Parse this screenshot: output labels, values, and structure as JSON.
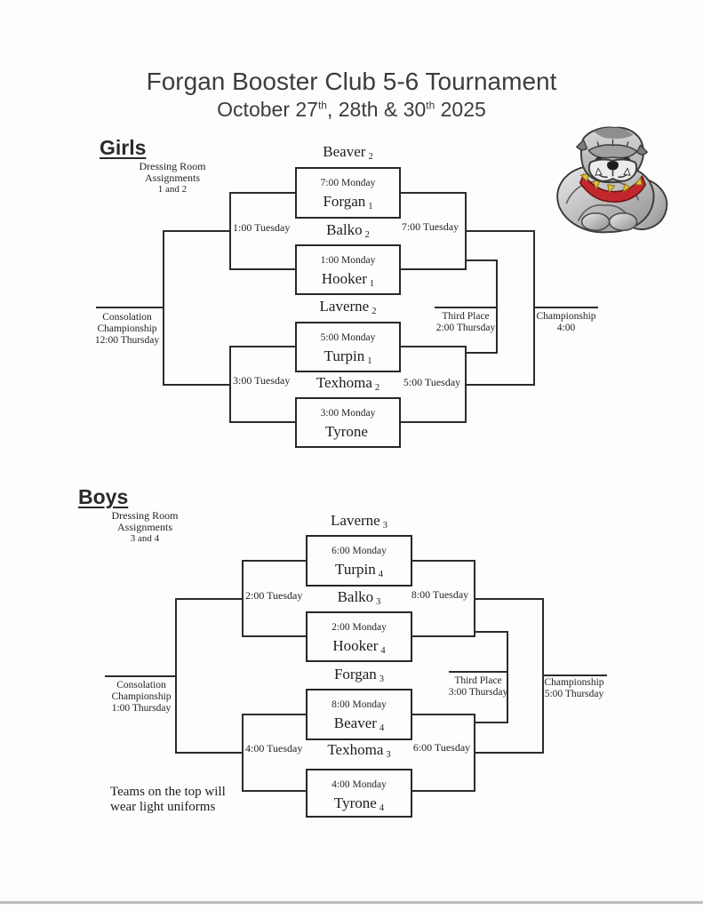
{
  "page": {
    "title": "Forgan Booster Club 5-6 Tournament",
    "subtitle": {
      "p1": "October 27",
      "sup1": "th",
      "p2": ", 28th & 30",
      "sup2": "th",
      "p3": " 2025"
    }
  },
  "girls": {
    "heading": "Girls",
    "dressing_line1": "Dressing Room Assignments",
    "dressing_line2": "1 and 2",
    "games": [
      {
        "team_top": "Beaver",
        "team_top_sub": "2",
        "time": "7:00 Monday",
        "team_bottom": "Forgan",
        "team_bottom_sub": "1"
      },
      {
        "team_top": "Balko",
        "team_top_sub": "2",
        "time": "1:00 Monday",
        "team_bottom": "Hooker",
        "team_bottom_sub": "1"
      },
      {
        "team_top": "Laverne",
        "team_top_sub": "2",
        "time": "5:00 Monday",
        "team_bottom": "Turpin",
        "team_bottom_sub": "1"
      },
      {
        "team_top": "Texhoma",
        "team_top_sub": "2",
        "time": "3:00 Monday",
        "team_bottom": "Tyrone",
        "team_bottom_sub": ""
      }
    ],
    "semi_top_label": "1:00 Tuesday",
    "semi_bottom_label": "3:00 Tuesday",
    "winners_top_label": "7:00 Tuesday",
    "winners_bottom_label": "5:00 Tuesday",
    "consolation": [
      "Consolation",
      "Championship",
      "12:00 Thursday"
    ],
    "third_place": [
      "Third Place",
      "2:00 Thursday"
    ],
    "championship": [
      "Championship",
      "4:00"
    ]
  },
  "boys": {
    "heading": "Boys",
    "dressing_line1": "Dressing Room Assignments",
    "dressing_line2": "3 and 4",
    "games": [
      {
        "team_top": "Laverne",
        "team_top_sub": "3",
        "time": "6:00 Monday",
        "team_bottom": "Turpin",
        "team_bottom_sub": "4"
      },
      {
        "team_top": "Balko",
        "team_top_sub": "3",
        "time": "2:00 Monday",
        "team_bottom": "Hooker",
        "team_bottom_sub": "4"
      },
      {
        "team_top": "Forgan",
        "team_top_sub": "3",
        "time": "8:00 Monday",
        "team_bottom": "Beaver",
        "team_bottom_sub": "4"
      },
      {
        "team_top": "Texhoma",
        "team_top_sub": "3",
        "time": "4:00 Monday",
        "team_bottom": "Tyrone",
        "team_bottom_sub": "4"
      }
    ],
    "semi_top_label": "2:00 Tuesday",
    "semi_bottom_label": "4:00 Tuesday",
    "winners_top_label": "8:00 Tuesday",
    "winners_bottom_label": "6:00 Tuesday",
    "consolation": [
      "Consolation",
      "Championship",
      "1:00 Thursday"
    ],
    "third_place": [
      "Third Place",
      "3:00 Thursday"
    ],
    "championship": [
      "Championship",
      "5:00 Thursday"
    ]
  },
  "footnote": {
    "line1": "Teams on the top will",
    "line2": "wear light uniforms"
  },
  "colors": {
    "ink": "#2c2c2c",
    "collar_red": "#c1272d",
    "spike_gold": "#e3c23a",
    "dog_gray": "#9a9a9a",
    "scan_edge": "#bcbcbc"
  }
}
